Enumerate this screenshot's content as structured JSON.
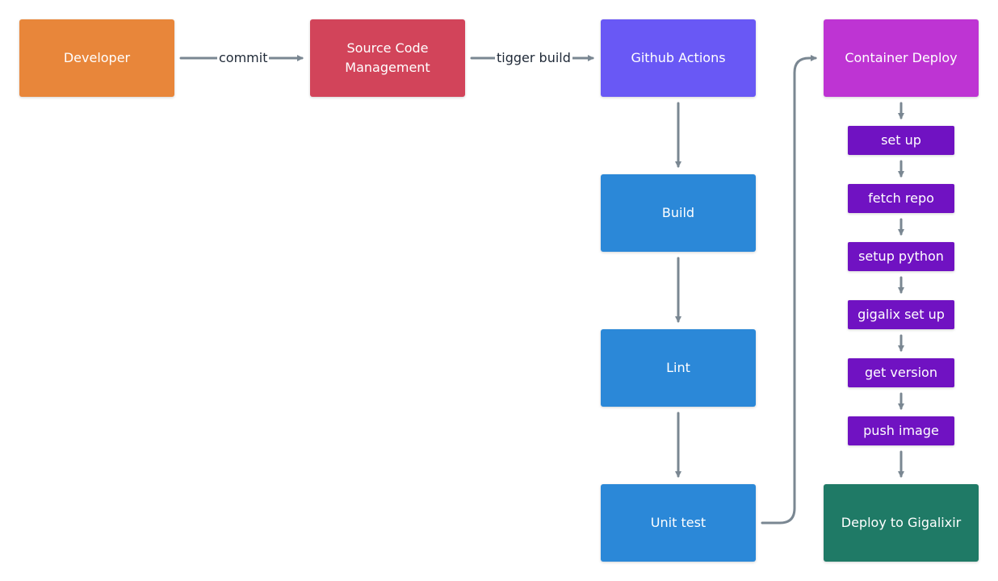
{
  "colors": {
    "developer": "#E8863A",
    "scm": "#D2445A",
    "github_actions": "#6958F5",
    "pipeline_step": "#2B88D8",
    "container_deploy": "#BE34D3",
    "deploy_step": "#7012C2",
    "gigalixir": "#1F7A66",
    "edge": "#7A8792"
  },
  "nodes": {
    "developer": "Developer",
    "scm": "Source Code\nManagement",
    "github_actions": "Github Actions",
    "build": "Build",
    "lint": "Lint",
    "unit_test": "Unit test",
    "container_deploy": "Container Deploy",
    "set_up": "set up",
    "fetch_repo": "fetch repo",
    "setup_python": "setup python",
    "gigalix_set_up": "gigalix set up",
    "get_version": "get version",
    "push_image": "push image",
    "deploy_gigalixir": "Deploy to Gigalixir"
  },
  "edges": {
    "commit": "commit",
    "trigger_build": "tigger build"
  }
}
